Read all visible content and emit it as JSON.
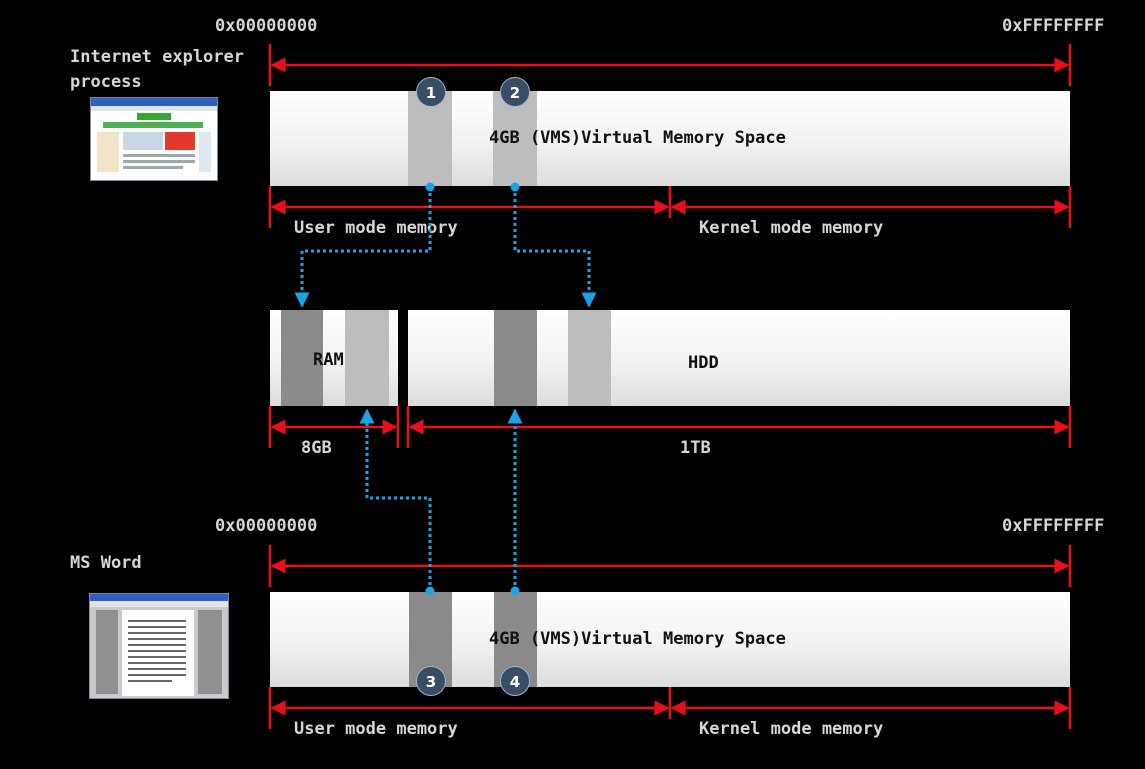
{
  "top": {
    "addr_start": "0x00000000",
    "addr_end": "0xFFFFFFFF",
    "process_label": "Internet explorer\nprocess",
    "vms_label": "4GB (VMS)Virtual Memory Space",
    "user_mode_label": "User mode memory",
    "kernel_mode_label": "Kernel mode memory",
    "badges": [
      "1",
      "2"
    ]
  },
  "middle": {
    "ram_label": "RAM",
    "hdd_label": "HDD",
    "ram_size": "8GB",
    "hdd_size": "1TB"
  },
  "bottom": {
    "addr_start": "0x00000000",
    "addr_end": "0xFFFFFFFF",
    "process_label": "MS Word",
    "vms_label": "4GB (VMS)Virtual Memory Space",
    "user_mode_label": "User mode memory",
    "kernel_mode_label": "Kernel mode memory",
    "badges": [
      "3",
      "4"
    ]
  },
  "colors": {
    "arrow": "#e8101a",
    "dotted_link": "#1aa3e8",
    "page_dark": "#8a8a8a",
    "page_light": "#bdbdbd"
  }
}
